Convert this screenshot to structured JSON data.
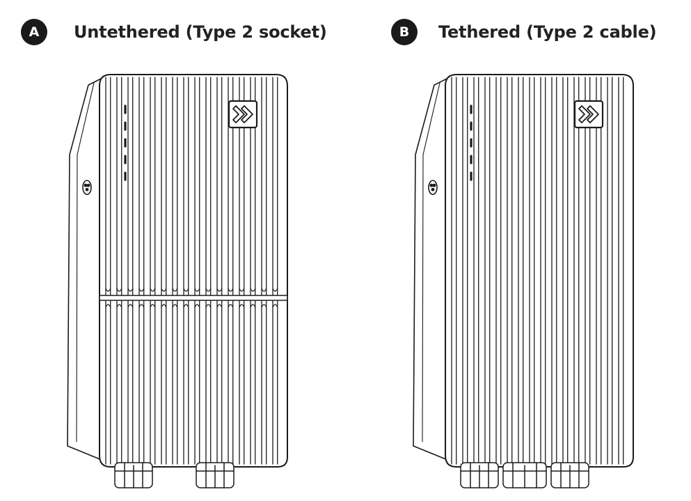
{
  "panels": [
    {
      "badge": "A",
      "title": "Untethered (Type 2 socket)",
      "split_cover": true,
      "bottom_glands": [
        "small",
        "small"
      ]
    },
    {
      "badge": "B",
      "title": "Tethered (Type 2 cable)",
      "split_cover": false,
      "bottom_glands": [
        "small",
        "large",
        "small"
      ]
    }
  ],
  "colors": {
    "line": "#1a1a1a",
    "badge_bg": "#1a1a1a",
    "badge_text": "#ffffff",
    "title": "#222222"
  },
  "icons": [
    "charger-logo-icon",
    "status-led-icon",
    "connector-icon"
  ]
}
